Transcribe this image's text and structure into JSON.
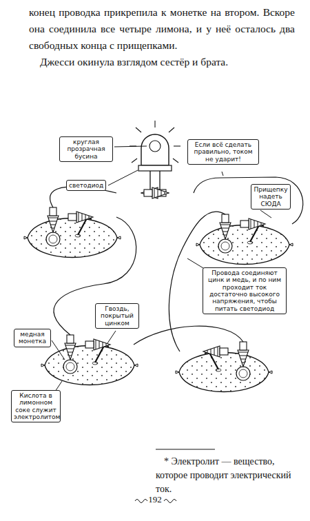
{
  "diagram": {
    "nodes": [
      {
        "text": [
          "круглая прозрачная бусина"
        ]
      },
      {
        "text": [
          "светодиод"
        ]
      },
      {
        "text": [
          "Если всё сделать правильно, током не ударит!"
        ]
      },
      {
        "text": [
          "Прищепку надеть СЮДА"
        ]
      },
      {
        "text": [
          "Провода соединяют цинк и медь, и по ним проходит ток достаточно высокого напряжения, чтобы питать светодиод"
        ]
      },
      {
        "text": [
          "медная монетка"
        ]
      },
      {
        "text": [
          "Гвоздь, покрытый цинком"
        ]
      },
      {
        "text": [
          "Кислота в лимонном соке служит электролитом"
        ]
      }
    ],
    "labels": [
      "конец проводка прикрепила к монетке на втором. Вскоре она соединила все четыре лимона, и у неё осталось два свободных конца с прищепками.",
      "Джесси окинула взглядом сестёр и брата.",
      "* Электролит — вещество, которое проводит электрический ток.",
      "192"
    ]
  }
}
